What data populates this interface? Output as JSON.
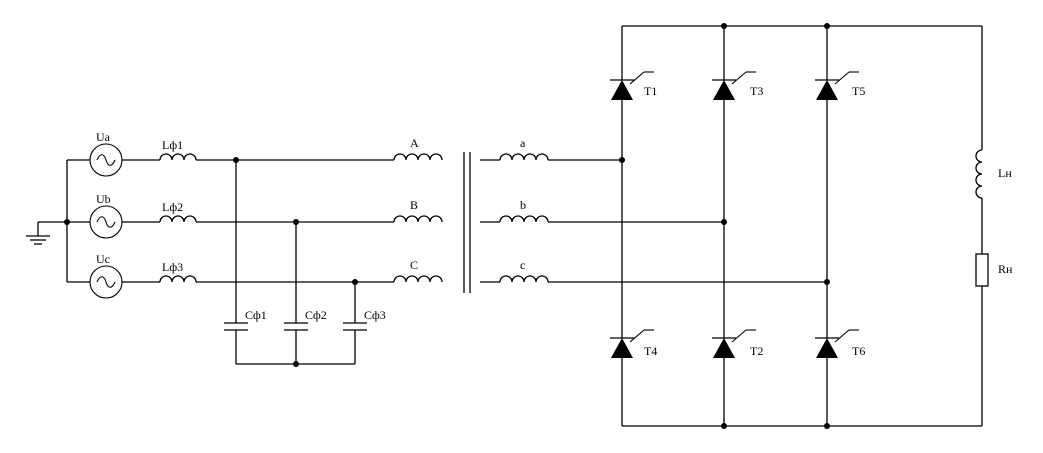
{
  "diagram": {
    "sources": [
      {
        "id": "Ua",
        "label": "Ua"
      },
      {
        "id": "Ub",
        "label": "Ub"
      },
      {
        "id": "Uc",
        "label": "Uc"
      }
    ],
    "filter_inductors": [
      "Lф1",
      "Lф2",
      "Lф3"
    ],
    "filter_capacitors": [
      "Cф1",
      "Cф2",
      "Cф3"
    ],
    "transformer": {
      "primary": [
        "A",
        "B",
        "C"
      ],
      "secondary": [
        "a",
        "b",
        "c"
      ]
    },
    "thyristors": {
      "upper": [
        "T1",
        "T3",
        "T5"
      ],
      "lower": [
        "T4",
        "T2",
        "T6"
      ]
    },
    "load": {
      "inductor": "Lн",
      "resistor": "Rн"
    }
  }
}
